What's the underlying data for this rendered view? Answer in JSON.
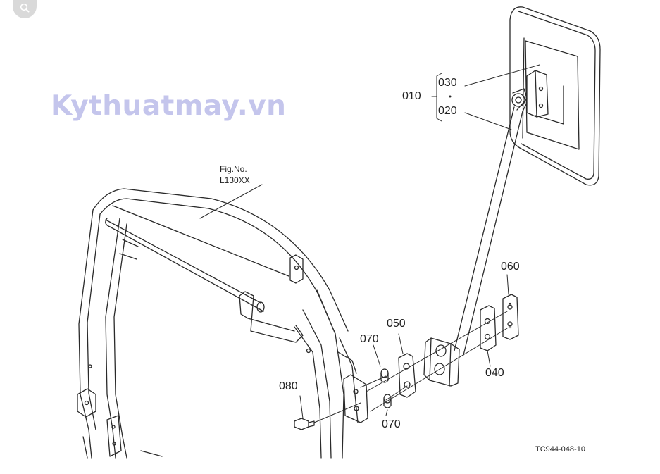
{
  "watermark": "Kythuatmay.vn",
  "figure_reference": {
    "line1": "Fig.No.",
    "line2": "L130XX"
  },
  "part_labels": {
    "p010": "010",
    "p020": "020",
    "p030": "030",
    "p040": "040",
    "p050": "050",
    "p060": "060",
    "p070a": "070",
    "p070b": "070",
    "p080": "080"
  },
  "drawing_code": "TC944-048-10",
  "icons": {
    "zoom": "magnifier-icon"
  },
  "colors": {
    "line": "#2a2a2a",
    "watermark": "#c4c5ec",
    "zoom_bg": "#d9d9d9"
  }
}
